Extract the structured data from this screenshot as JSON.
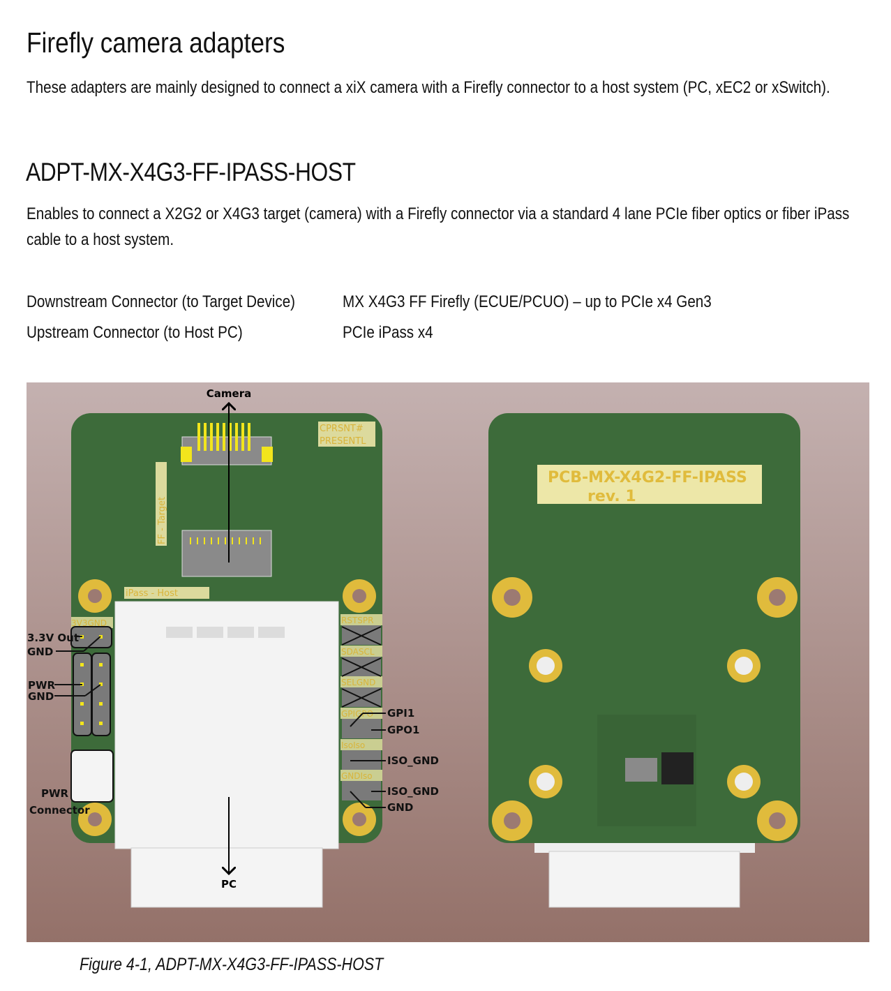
{
  "page": {
    "title": "Firefly camera adapters",
    "intro": "These adapters are mainly designed to connect a xiX camera with a Firefly connector to a host system (PC, xEC2 or xSwitch).",
    "section": {
      "heading": "ADPT-MX-X4G3-FF-IPASS-HOST",
      "description_line1": "Enables to connect a X2G2 or X4G3 target (camera) with a Firefly connector via a standard 4 lane PCIe fiber optics or fiber iPass",
      "description_line2": "cable to a host system.",
      "specs": [
        {
          "label": "Downstream Connector (to Target Device)",
          "value": "MX X4G3 FF Firefly (ECUE/PCUO) – up to PCIe x4 Gen3"
        },
        {
          "label": "Upstream Connector (to Host PC)",
          "value": "PCIe iPass x4"
        }
      ]
    },
    "figure": {
      "caption": "Figure 4-1, ADPT-MX-X4G3-FF-IPASS-HOST",
      "colors": {
        "pcb": "#3d6b3a",
        "silkscreen": "#ede7a8",
        "pad": "#e0bb3c",
        "background_top": "#c4b1b0",
        "background_bottom": "#947169"
      },
      "front": {
        "arrow_top": "Camera",
        "arrow_bottom": "PC",
        "silk_cprsnt": "CPRSNT#",
        "silk_presentl": "PRESENTL",
        "silk_ff_target": "FF - Target",
        "silk_ipass_host": "iPass - Host",
        "silk_3v3gnd": "3V3GND",
        "silk_rstspr": "RSTSPR",
        "silk_sdascl": "SDASCL",
        "silk_selgnd": "SELGND",
        "silk_gpigpo": "GPIGPO",
        "silk_isoiso": "IsoIso",
        "silk_gndiso": "GNDIso",
        "callouts_left": [
          "3.3V Out",
          "GND",
          "PWR",
          "GND",
          "PWR",
          "Connector"
        ],
        "callouts_right": [
          "GPI1",
          "GPO1",
          "ISO_GND",
          "ISO_GND",
          "GND"
        ]
      },
      "back": {
        "board_name": "PCB-MX-X4G2-FF-IPASS",
        "revision": "rev. 1"
      }
    }
  }
}
